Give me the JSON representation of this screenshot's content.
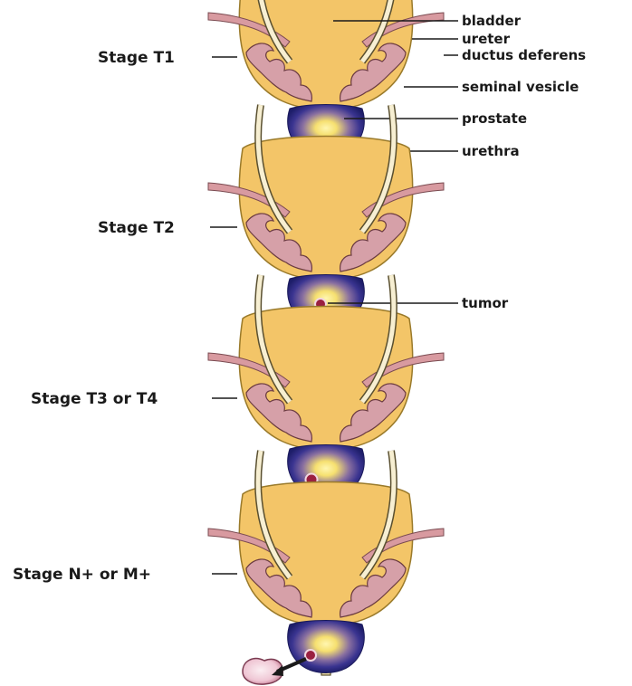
{
  "stages": [
    {
      "label": "Stage T1"
    },
    {
      "label": "Stage T2"
    },
    {
      "label": "Stage T3 or T4"
    },
    {
      "label": "Stage N+ or M+"
    }
  ],
  "parts": {
    "bladder": "bladder",
    "ureter": "ureter",
    "ductus_deferens": "ductus deferens",
    "seminal_vesicle": "seminal vesicle",
    "prostate": "prostate",
    "urethra": "urethra",
    "tumor": "tumor"
  },
  "colors": {
    "bladder": "#f3c568",
    "vesicle": "#d6a0a8",
    "prostate_outer": "#2a2a7a",
    "prostate_core": "#fff4a0",
    "tumor": "#9a2040",
    "lymph_node": "#f2d0dc"
  }
}
